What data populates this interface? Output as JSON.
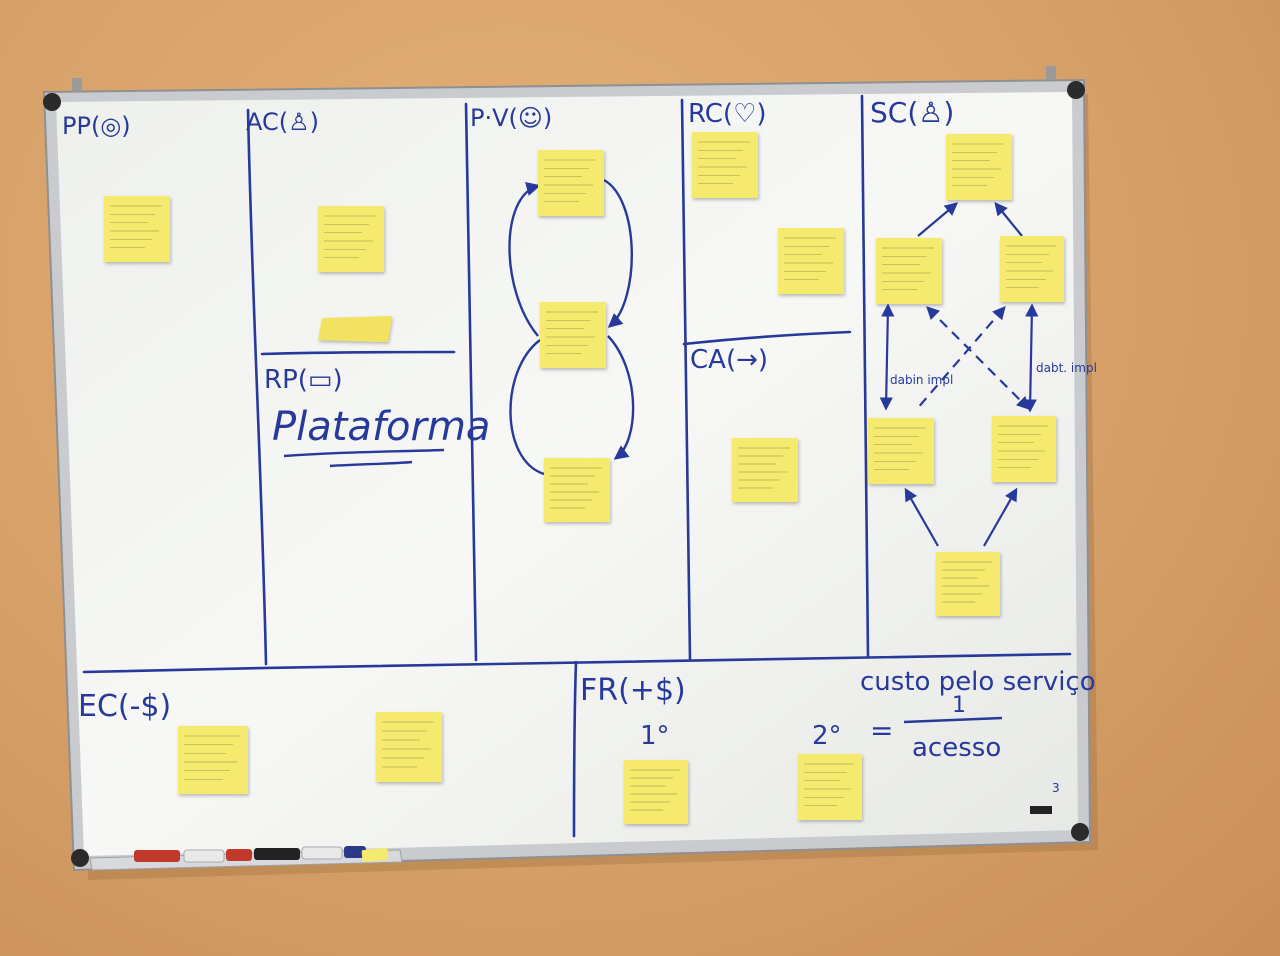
{
  "board": {
    "sections": {
      "pp": "PP(◎)",
      "ac": "AC(♙)",
      "pv": "P·V(☺)",
      "rc": "RC(♡)",
      "sc": "SC(♙)",
      "rp": "RP(▭)",
      "ca": "CA(→)",
      "ec": "EC(-$)",
      "fr": "FR(+$)"
    },
    "platform_word": "Plataforma",
    "sc_arrow_labels": {
      "left": "dabin impl",
      "right": "dabt. impl"
    },
    "revenue": {
      "first": "1°",
      "second": "2°",
      "equals": "=",
      "heading": "custo pelo serviço",
      "numerator": "1",
      "denominator": "acesso"
    },
    "corner_number": "3"
  },
  "colors": {
    "wall": "#d9a46c",
    "board": "#f4f5f3",
    "marker": "#27399a",
    "sticky": "#f6ea6e",
    "frame": "#c7c9cc"
  },
  "markers": [
    {
      "name": "red-marker",
      "color": "#c0392b"
    },
    {
      "name": "black-marker",
      "color": "#222222"
    },
    {
      "name": "blue-marker",
      "color": "#2a3a8a"
    }
  ]
}
